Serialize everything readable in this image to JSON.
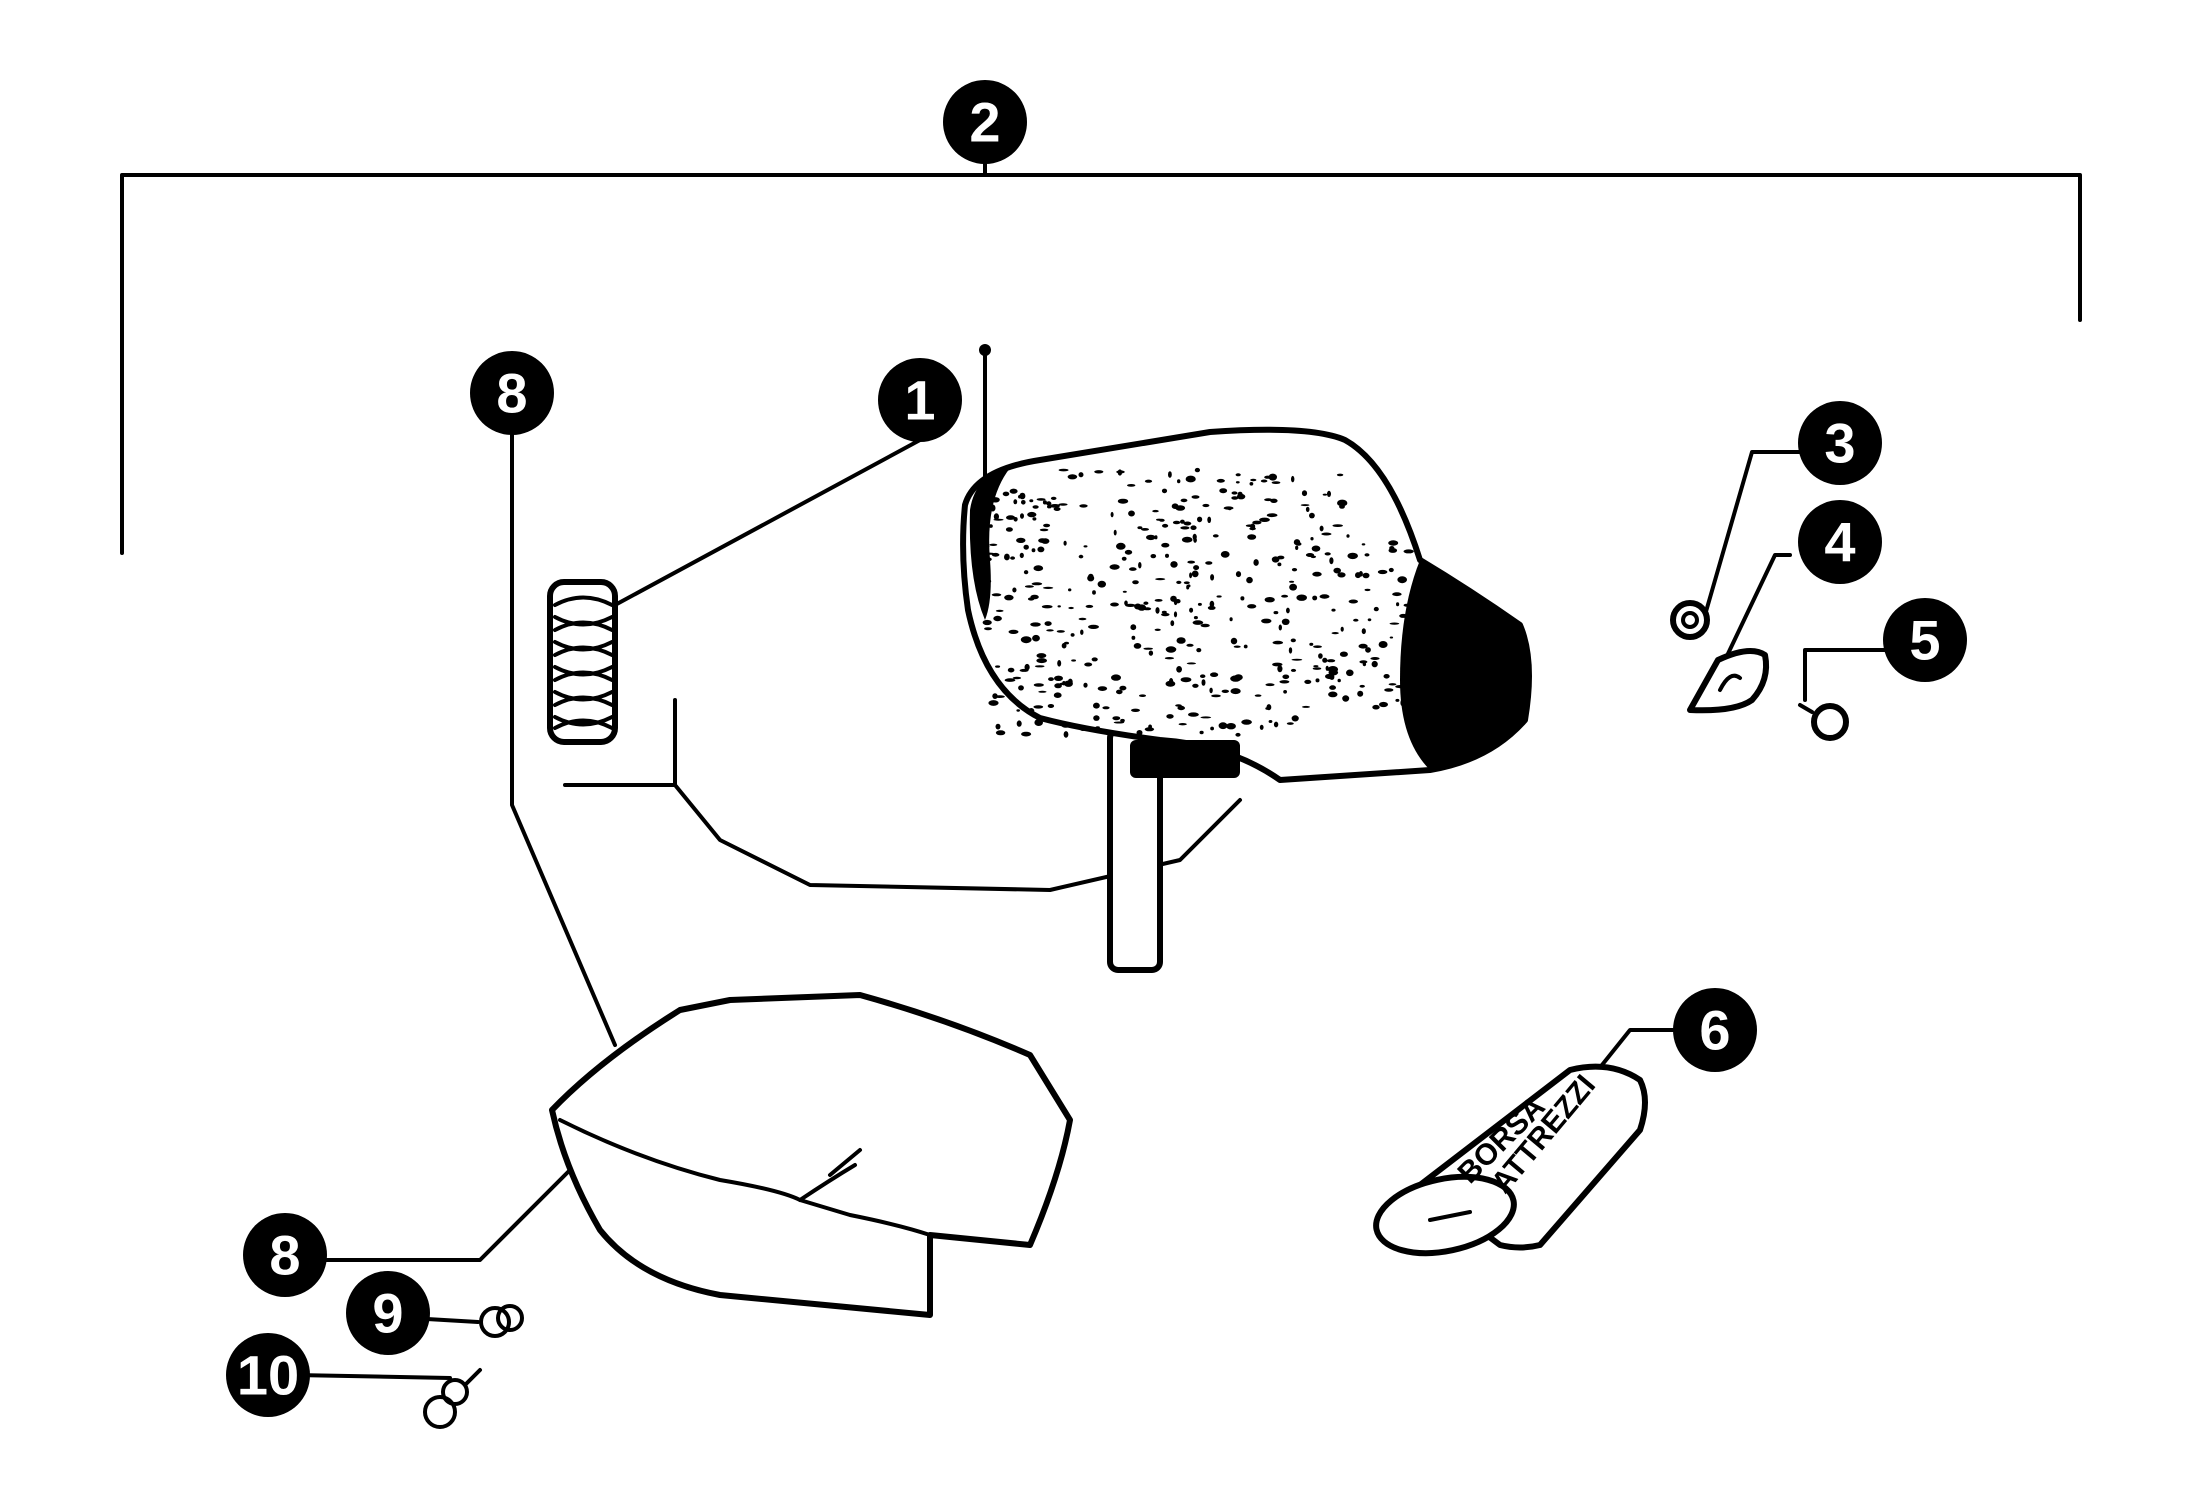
{
  "callouts": {
    "c1": "1",
    "c2": "2",
    "c3": "3",
    "c4": "4",
    "c5": "5",
    "c6": "6",
    "c8_top": "8",
    "c8_bottom": "8",
    "c9": "9",
    "c10": "10"
  },
  "bag": {
    "line1": "BORSA",
    "line2": "ATTREZZI"
  },
  "colors": {
    "ink": "#000000",
    "paper": "#ffffff"
  }
}
